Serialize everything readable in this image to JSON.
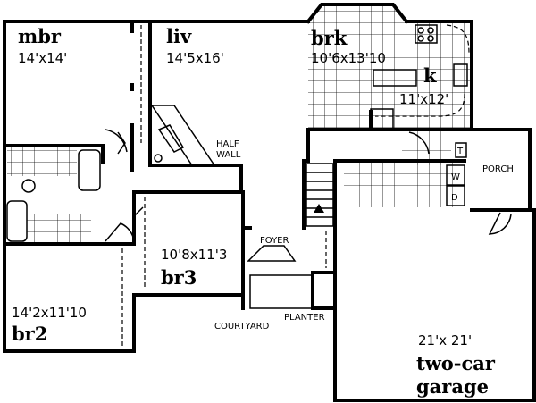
{
  "plan": {
    "rooms": {
      "mbr": {
        "name": "mbr",
        "size": "14'x14'"
      },
      "liv": {
        "name": "liv",
        "size": "14'5x16'"
      },
      "brk": {
        "name": "brk",
        "size": "10'6x13'10"
      },
      "k": {
        "name": "k",
        "size": "11'x12'"
      },
      "br3": {
        "name": "br3",
        "size": "10'8x11'3"
      },
      "br2": {
        "name": "br2",
        "size": "14'2x11'10"
      },
      "garage": {
        "name_line1": "two-car",
        "name_line2": "garage",
        "size": "21'x 21'"
      }
    },
    "notes": {
      "half_wall_1": "HALF",
      "half_wall_2": "WALL",
      "porch": "PORCH",
      "foyer": "FOYER",
      "courtyard": "COURTYARD",
      "planter": "PLANTER",
      "washer": "W",
      "dryer": "D",
      "water_heater": "T"
    },
    "colors": {
      "ink": "#000000",
      "background": "#ffffff"
    }
  }
}
